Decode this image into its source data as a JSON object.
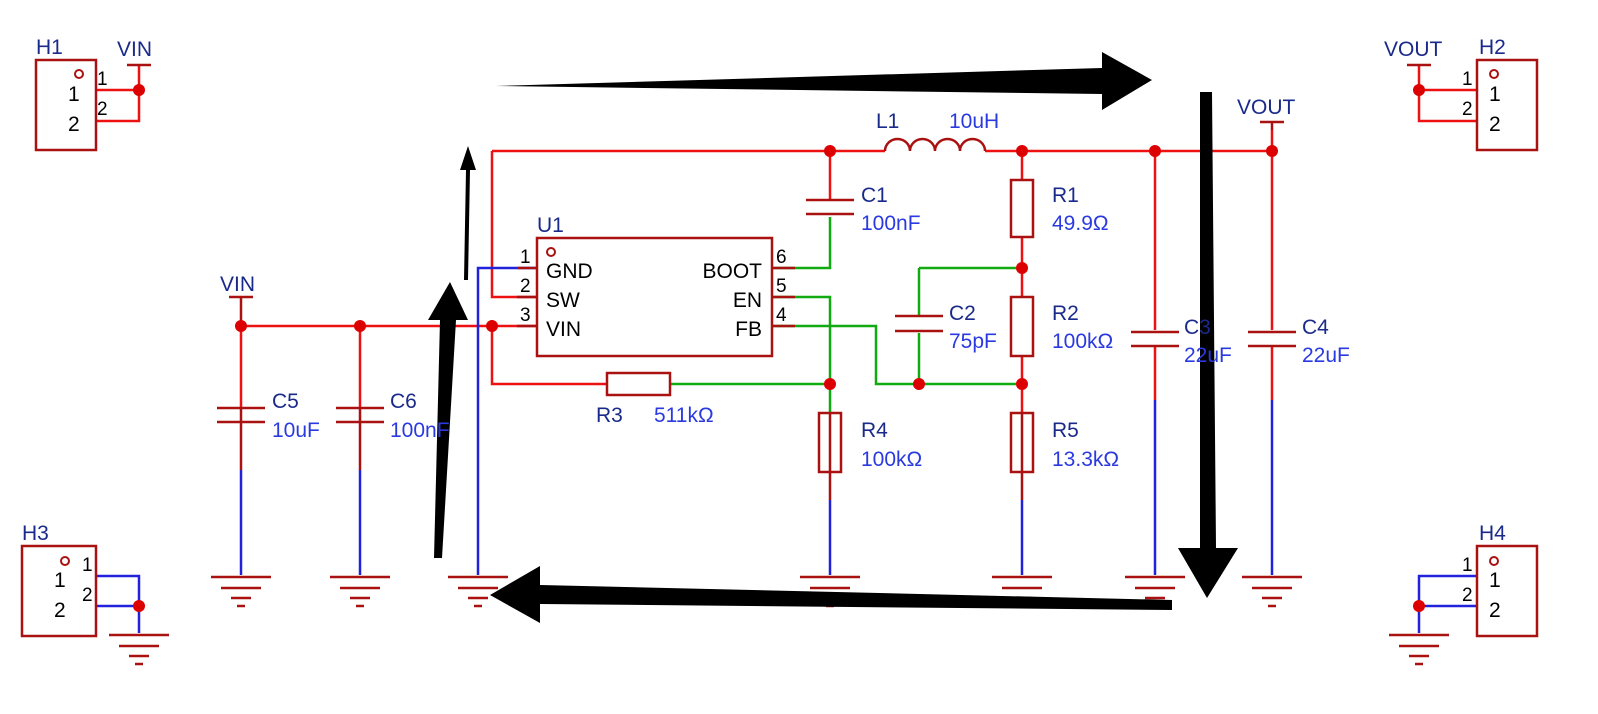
{
  "power_labels": {
    "vin_h1": "VIN",
    "vout_h2": "VOUT",
    "vin_left": "VIN",
    "vout_right": "VOUT"
  },
  "headers": {
    "h1": {
      "designator": "H1",
      "pin1": "1",
      "pin2": "2",
      "pin1_ext": "1",
      "pin2_ext": "2"
    },
    "h2": {
      "designator": "H2",
      "pin1": "1",
      "pin2": "2",
      "pin1_ext": "1",
      "pin2_ext": "2"
    },
    "h3": {
      "designator": "H3",
      "pin1": "1",
      "pin2": "2",
      "pin1_ext": "1",
      "pin2_ext": "2"
    },
    "h4": {
      "designator": "H4",
      "pin1": "1",
      "pin2": "2",
      "pin1_ext": "1",
      "pin2_ext": "2"
    }
  },
  "ic": {
    "designator": "U1",
    "pins": {
      "p1_num": "1",
      "p1_name": "GND",
      "p2_num": "2",
      "p2_name": "SW",
      "p3_num": "3",
      "p3_name": "VIN",
      "p6_num": "6",
      "p6_name": "BOOT",
      "p5_num": "5",
      "p5_name": "EN",
      "p4_num": "4",
      "p4_name": "FB"
    }
  },
  "components": {
    "l1": {
      "designator": "L1",
      "value": "10uH"
    },
    "c1": {
      "designator": "C1",
      "value": "100nF"
    },
    "c2": {
      "designator": "C2",
      "value": "75pF"
    },
    "c3": {
      "designator": "C3",
      "value": "22uF"
    },
    "c4": {
      "designator": "C4",
      "value": "22uF"
    },
    "c5": {
      "designator": "C5",
      "value": "10uF"
    },
    "c6": {
      "designator": "C6",
      "value": "100nF"
    },
    "r1": {
      "designator": "R1",
      "value": "49.9Ω"
    },
    "r2": {
      "designator": "R2",
      "value": "100kΩ"
    },
    "r3": {
      "designator": "R3",
      "value": "511kΩ"
    },
    "r4": {
      "designator": "R4",
      "value": "100kΩ"
    },
    "r5": {
      "designator": "R5",
      "value": "13.3kΩ"
    }
  },
  "colors": {
    "power_net": "#e11111",
    "signal_net": "#11aa11",
    "ground_net": "#2222dd",
    "component": "#aa1111",
    "designator": "#1a2a8a",
    "value": "#2a3ae0",
    "current_arrow": "#000000"
  }
}
